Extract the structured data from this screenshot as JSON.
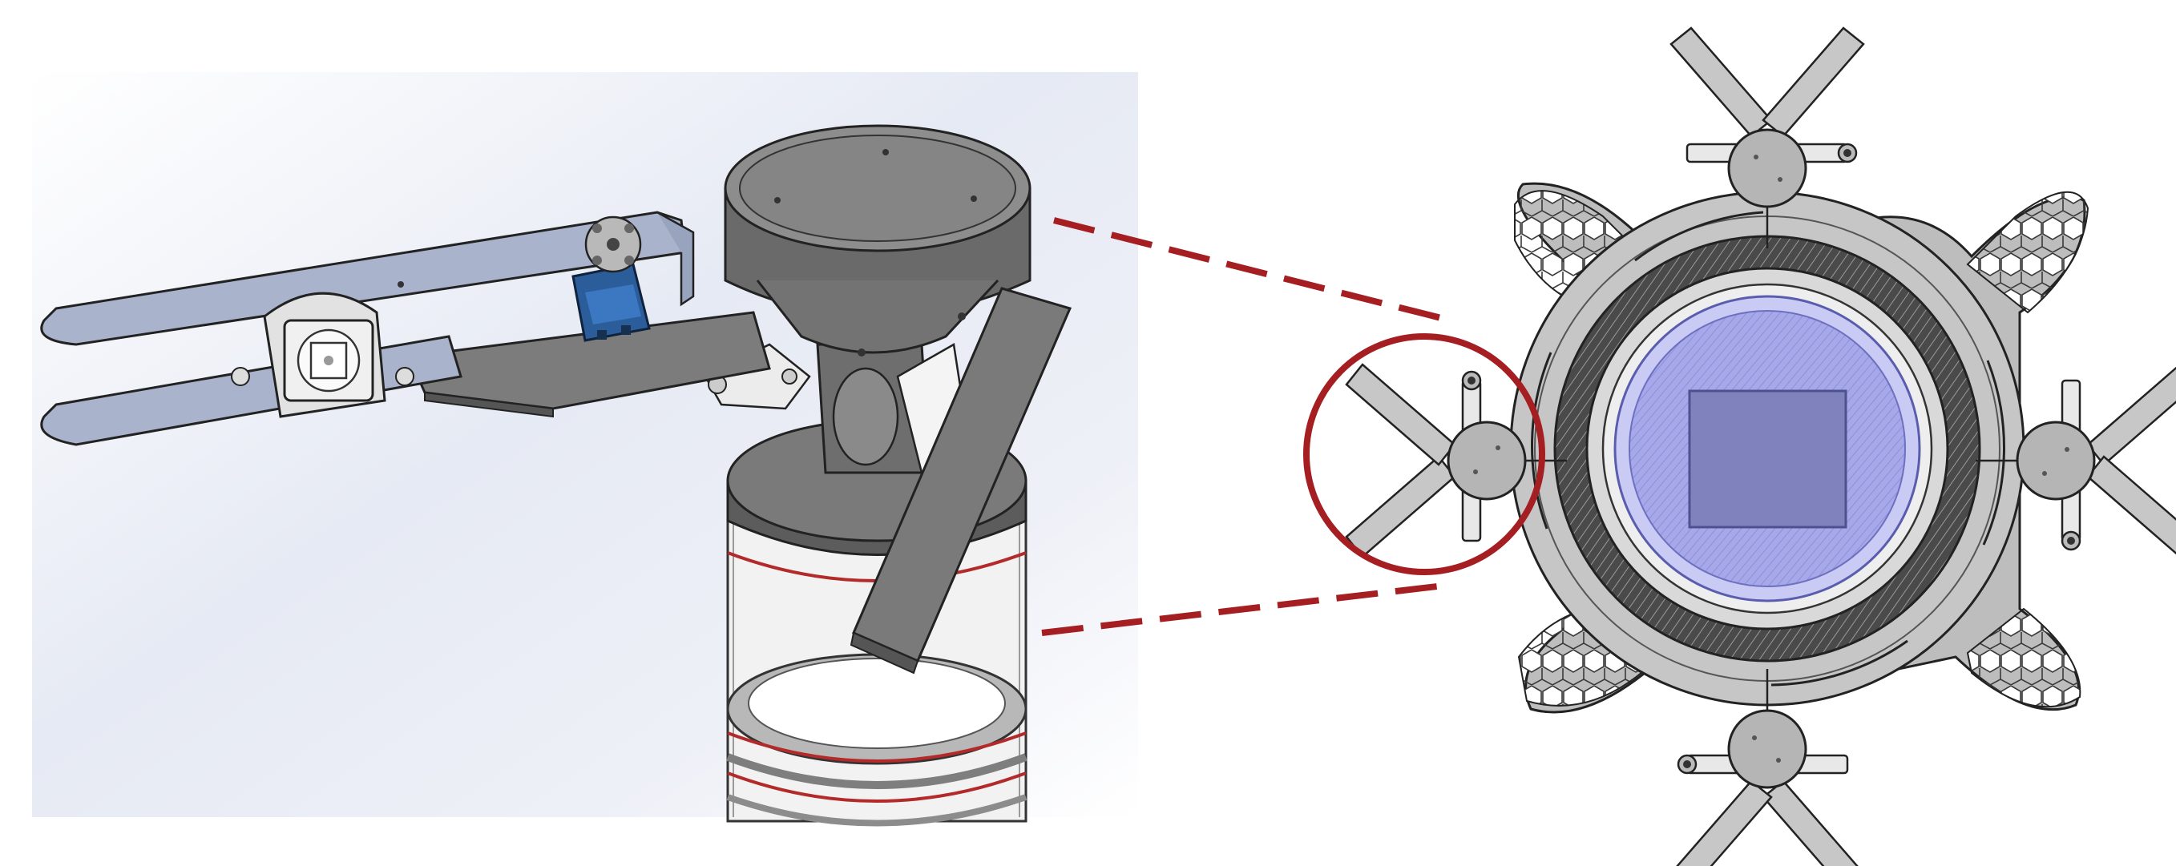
{
  "figure": {
    "left_panel": {
      "view": "isometric-cad-render",
      "depicts": "servo-actuated-gripper-arm-on-cylindrical-housing"
    },
    "right_panel": {
      "view": "top-down-cad-view",
      "depicts": "hexagon-lattice-frame-with-four-gripper-arms"
    },
    "callout": {
      "style": "dashed-lines",
      "target": "circled-left-gripper"
    },
    "colors": {
      "callout_red": "#a41e22",
      "part_gray_dark": "#6a6a6a",
      "part_gray_mid": "#8e8e8e",
      "part_gray_light": "#c9c9c9",
      "arm_plate": "#a9b4cc",
      "servo_blue": "#2a5d9a",
      "target_disc": "#9a9ce0",
      "target_square": "#7f82bd",
      "background_tint": "#dfe4f0"
    }
  }
}
